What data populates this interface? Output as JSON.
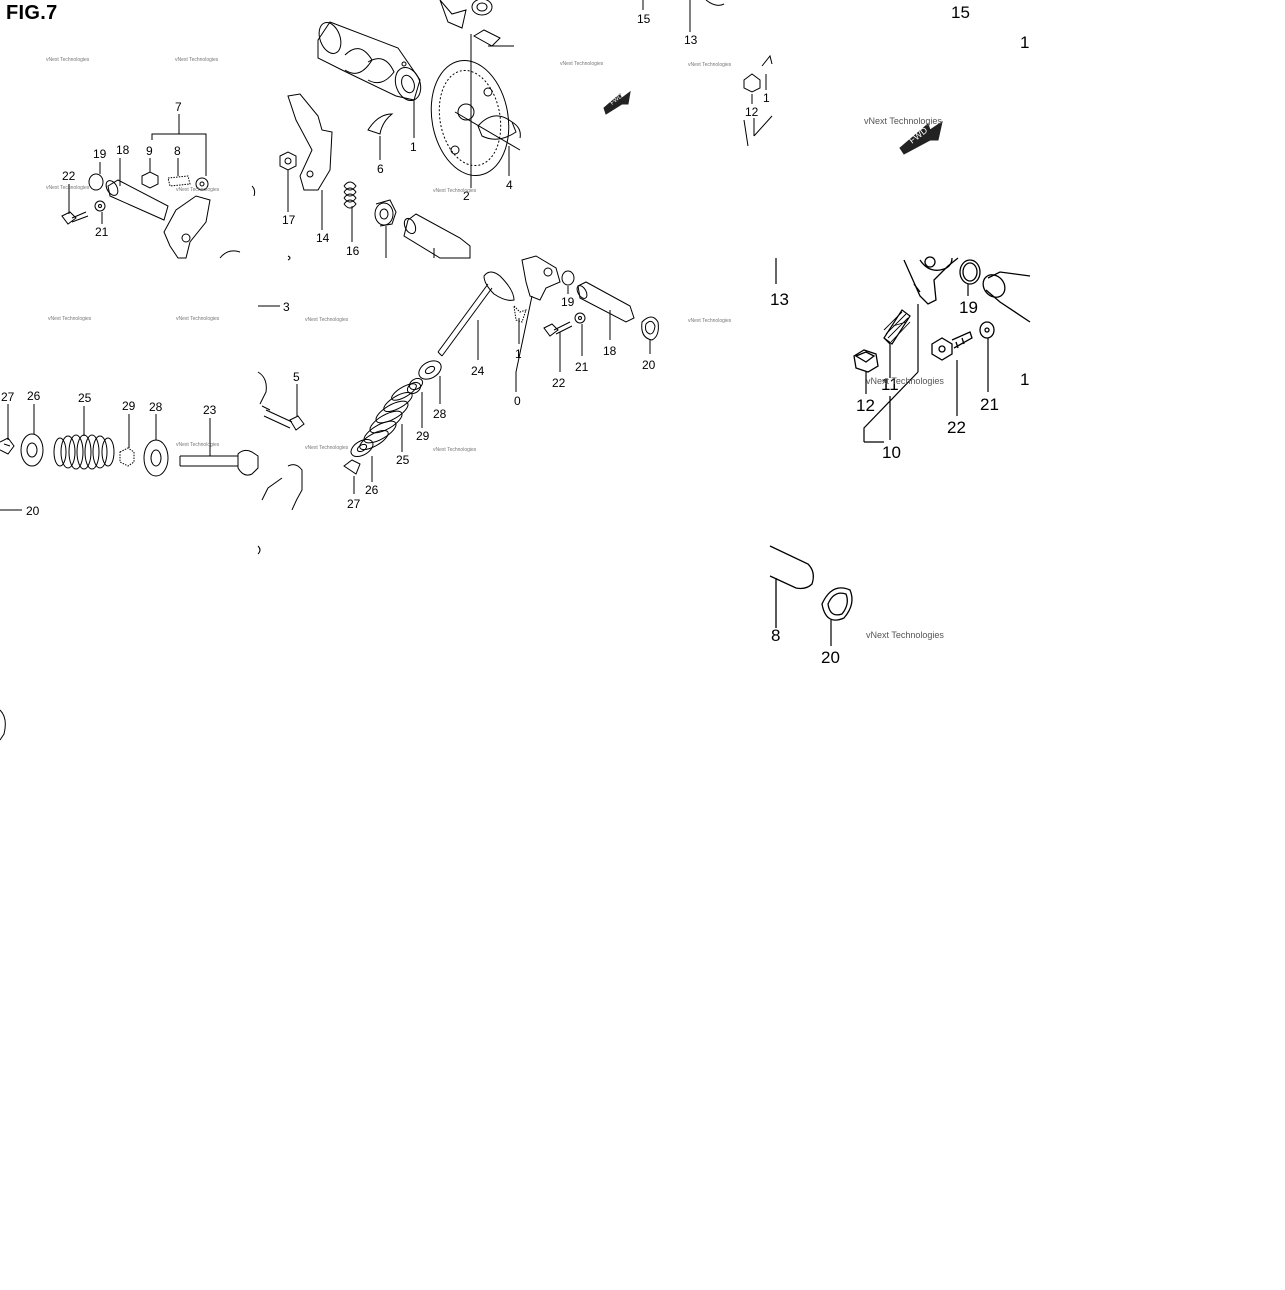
{
  "figure": {
    "title": "FIG.7",
    "watermark": "vNext Technologies",
    "fwd_label": "FWD"
  },
  "labels": {
    "sec1": {
      "l15a": "15",
      "l13": "13",
      "l12": "12",
      "l1_cut": "1",
      "l1": "1",
      "l2": "2",
      "l4": "4",
      "l6": "6",
      "l7": "7",
      "l8": "8",
      "l9": "9",
      "l18": "18",
      "l19": "19",
      "l22": "22",
      "l21": "21",
      "l17": "17",
      "l14": "14",
      "l16": "16",
      "l3": "3"
    },
    "sec2": {
      "l24": "24",
      "l19": "19",
      "l18": "18",
      "l20": "20",
      "l22": "22",
      "l21": "21",
      "l11_cut": "1",
      "l10_cut": "0",
      "l28": "28",
      "l29": "29",
      "l25": "25",
      "l26": "26",
      "l27": "27",
      "l5": "5"
    },
    "sec3": {
      "l27": "27",
      "l26": "26",
      "l25": "25",
      "l29": "29",
      "l28": "28",
      "l23": "23",
      "l20": "20"
    },
    "zoom": {
      "l15": "15",
      "l1a": "1",
      "l1b": "1",
      "l13": "13",
      "l19": "19",
      "l11": "11",
      "l12": "12",
      "l22": "22",
      "l21": "21",
      "l10": "10",
      "l18": "8",
      "l20": "20"
    }
  },
  "colors": {
    "ink": "#000000",
    "watermark": "#777777",
    "fwd_arrow": "#222222"
  }
}
